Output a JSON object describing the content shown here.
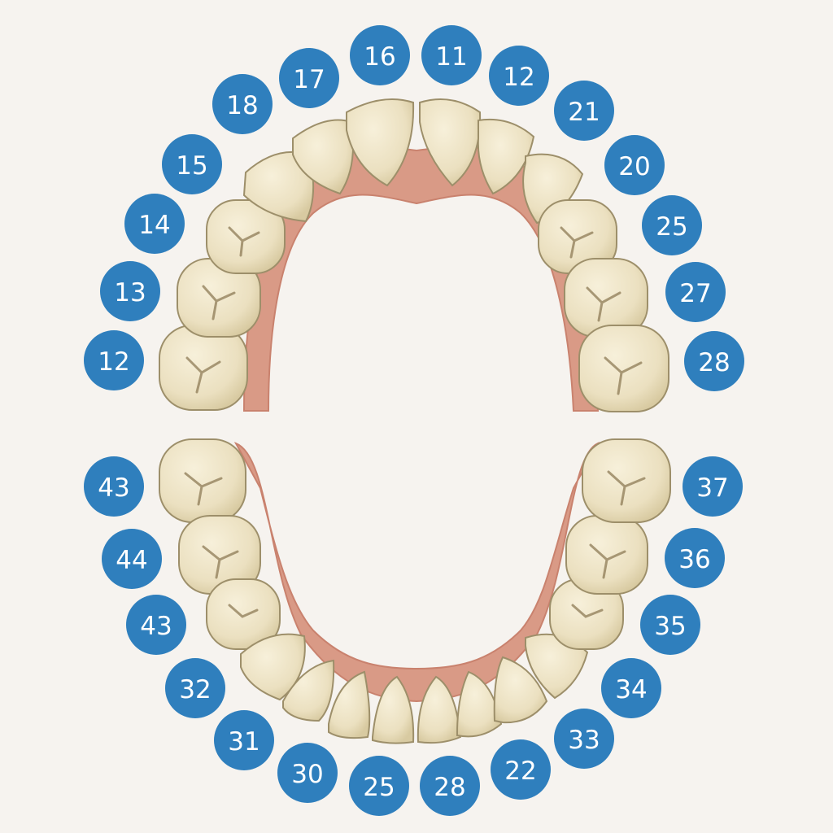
{
  "colors": {
    "background": "#f6f3ef",
    "badge": "#2f7fbd",
    "badge_text": "#ffffff",
    "gum": "#d99a86",
    "gum_edge": "#c9826e",
    "tooth": "#ede3c5",
    "tooth_shade": "#d8caa1"
  },
  "upper_labels": [
    "12",
    "13",
    "14",
    "15",
    "18",
    "17",
    "16",
    "11",
    "12",
    "21",
    "20",
    "25",
    "27",
    "28"
  ],
  "lower_labels": [
    "43",
    "44",
    "43",
    "32",
    "31",
    "30",
    "25",
    "28",
    "22",
    "33",
    "34",
    "35",
    "36",
    "37"
  ]
}
